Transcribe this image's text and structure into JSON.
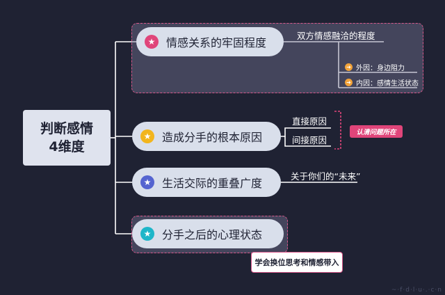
{
  "root": {
    "line1": "判断感情",
    "line2": "4维度"
  },
  "branches": [
    {
      "label": "情感关系的牢固程度",
      "star_color": "#e0457a",
      "children": [
        {
          "label": "双方情感融洽的程度",
          "subs": [
            "外因：身边阻力",
            "内因：感情生活状态"
          ]
        }
      ]
    },
    {
      "label": "造成分手的根本原因",
      "star_color": "#f2b51d",
      "children": [
        {
          "label": "直接原因"
        },
        {
          "label": "间接原因"
        }
      ],
      "callout": "认清问题所在"
    },
    {
      "label": "生活交际的重叠广度",
      "star_color": "#5564d0",
      "children": [
        {
          "label": "关于你们的“未来”"
        }
      ]
    },
    {
      "label": "分手之后的心理状态",
      "star_color": "#1eb6c9",
      "callout": "学会换位思考和情感带入"
    }
  ],
  "colors": {
    "background": "#1f2233",
    "accent_dashed": "#d9578a",
    "sub_dot": "#f2a33a"
  },
  "watermark": "~·f·d·l·u·.·c·n"
}
